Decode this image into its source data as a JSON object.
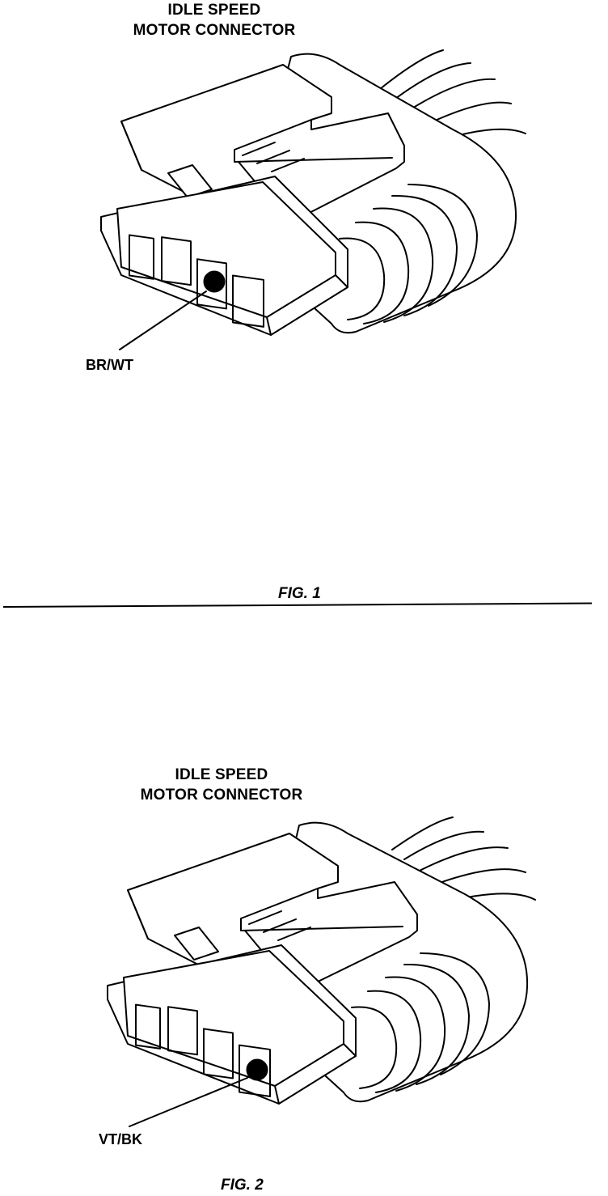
{
  "figures": [
    {
      "title_line1": "IDLE SPEED",
      "title_line2": "MOTOR CONNECTOR",
      "wire_label": "BR/WT",
      "caption": "FIG. 1",
      "highlighted_cavity": 3
    },
    {
      "title_line1": "IDLE SPEED",
      "title_line2": "MOTOR CONNECTOR",
      "wire_label": "VT/BK",
      "caption": "FIG. 2",
      "highlighted_cavity": 4
    }
  ]
}
